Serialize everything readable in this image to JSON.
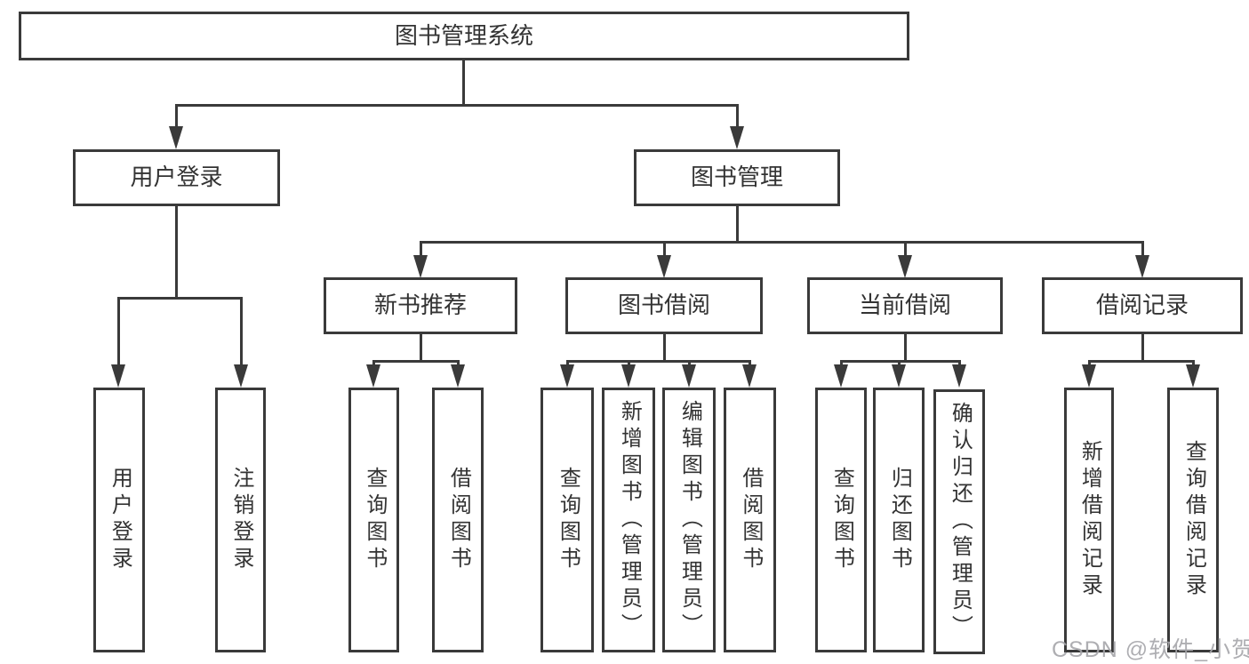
{
  "nodes": {
    "root": "图书管理系统",
    "user_login": "用户登录",
    "book_management": "图书管理",
    "leaf_user_login": "用户登录",
    "leaf_logout": "注销登录",
    "new_book_recommend": "新书推荐",
    "nb_query_books": "查询图书",
    "nb_borrow_books": "借阅图书",
    "book_borrowing": "图书借阅",
    "bb_query_books": "查询图书",
    "bb_add_books_admin": "新增图书（管理员）",
    "bb_edit_books_admin": "编辑图书（管理员）",
    "bb_borrow_books": "借阅图书",
    "current_borrowing": "当前借阅",
    "cb_query_books": "查询图书",
    "cb_return_books": "归还图书",
    "cb_confirm_return_admin": "确认归还（管理员）",
    "borrowing_records": "借阅记录",
    "br_add_record": "新增借阅记录",
    "br_query_record": "查询借阅记录"
  },
  "hierarchy": {
    "图书管理系统": {
      "用户登录": [
        "用户登录",
        "注销登录"
      ],
      "图书管理": {
        "新书推荐": [
          "查询图书",
          "借阅图书"
        ],
        "图书借阅": [
          "查询图书",
          "新增图书（管理员）",
          "编辑图书（管理员）",
          "借阅图书"
        ],
        "当前借阅": [
          "查询图书",
          "归还图书",
          "确认归还（管理员）"
        ],
        "借阅记录": [
          "新增借阅记录",
          "查询借阅记录"
        ]
      }
    }
  },
  "watermark": {
    "text": "CSDN @软件_小贺同学"
  },
  "colors": {
    "line": "#3a3a3a",
    "text": "#333333",
    "watermark_text": "#a6a6aa",
    "background": "#ffffff"
  }
}
